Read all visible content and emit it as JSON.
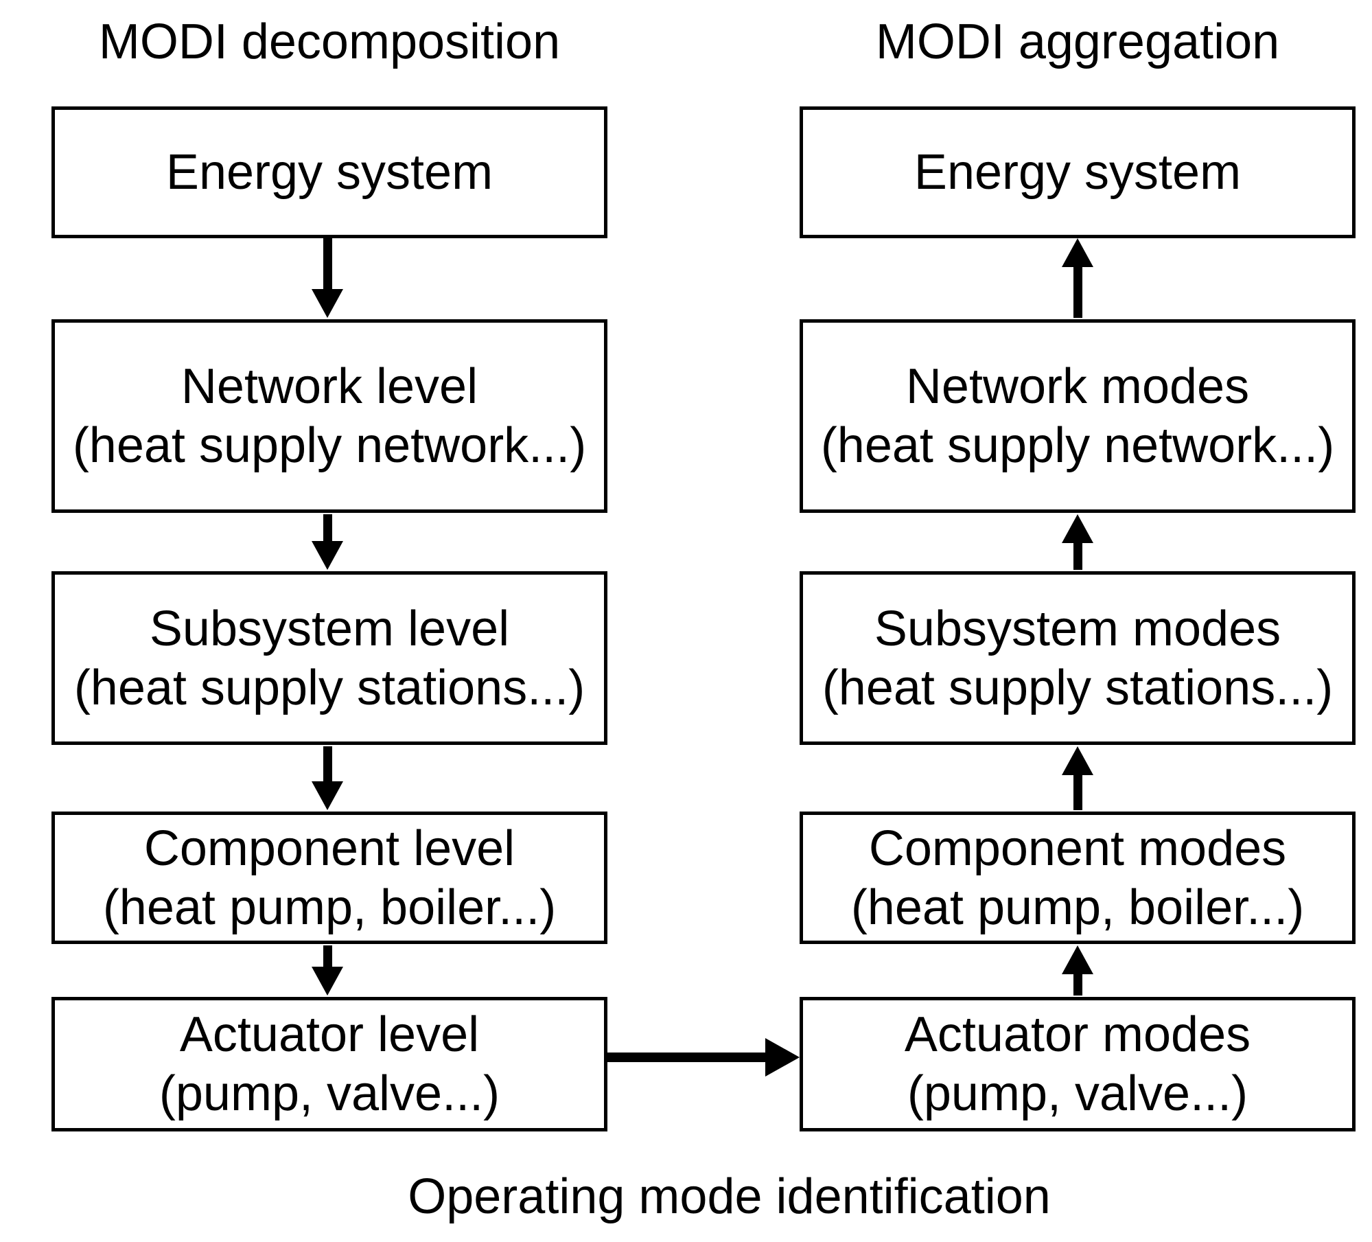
{
  "diagram": {
    "colors": {
      "foreground": "#000000",
      "background": "#ffffff"
    },
    "caption": "Operating mode identification",
    "left": {
      "title": "MODI decomposition",
      "flow_direction": "down",
      "boxes": [
        {
          "line1": "Energy system",
          "line2": ""
        },
        {
          "line1": "Network level",
          "line2": "(heat supply network...)"
        },
        {
          "line1": "Subsystem level",
          "line2": "(heat supply stations...)"
        },
        {
          "line1": "Component level",
          "line2": "(heat pump, boiler...)"
        },
        {
          "line1": "Actuator level",
          "line2": "(pump, valve...)"
        }
      ]
    },
    "right": {
      "title": "MODI aggregation",
      "flow_direction": "up",
      "boxes": [
        {
          "line1": "Energy system",
          "line2": ""
        },
        {
          "line1": "Network modes",
          "line2": "(heat supply network...)"
        },
        {
          "line1": "Subsystem modes",
          "line2": "(heat supply stations...)"
        },
        {
          "line1": "Component modes",
          "line2": "(heat pump, boiler...)"
        },
        {
          "line1": "Actuator modes",
          "line2": "(pump, valve...)"
        }
      ]
    }
  }
}
